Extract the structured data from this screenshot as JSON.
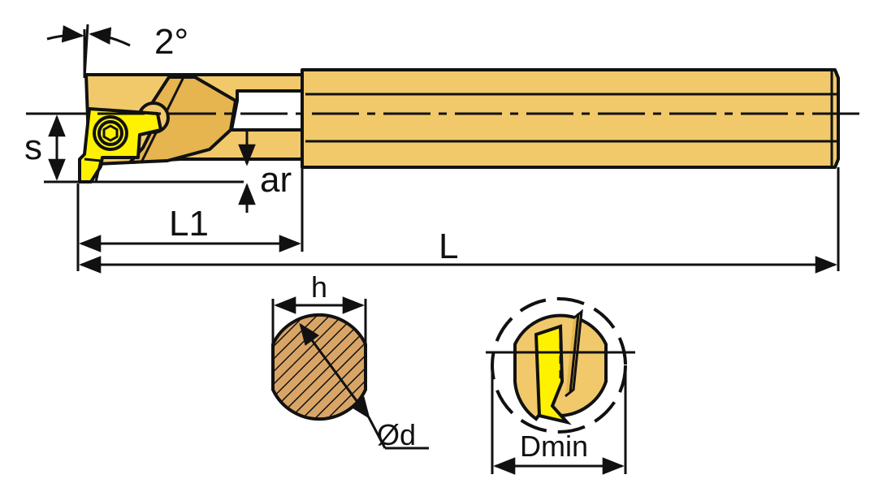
{
  "labels": {
    "angle": "2°",
    "s": "s",
    "ar": "ar",
    "l1": "L1",
    "l": "L",
    "h": "h",
    "d": "Ød",
    "dmin": "Dmin"
  },
  "colors": {
    "body": "#F1C96B",
    "body_dark": "#E6B54F",
    "insert": "#FFF200",
    "section": "#D9A566",
    "line": "#111111"
  },
  "icons": {
    "screw": "hex-socket-screw-icon"
  }
}
